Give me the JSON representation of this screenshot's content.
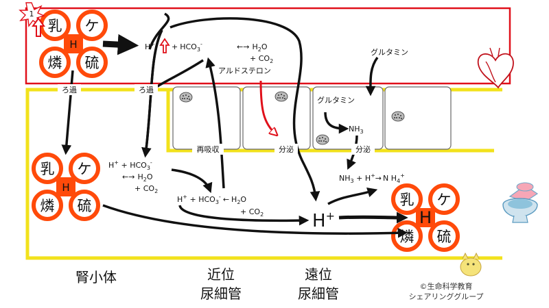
{
  "badge": "1",
  "acids": {
    "lactic": "乳",
    "keto": "ケ",
    "phosphoric": "燐",
    "sulfuric": "硫",
    "h": "H"
  },
  "filtration": "ろ過",
  "reabsorption": "再吸収",
  "secretion": "分泌",
  "glutamine": "グルタミン",
  "aldosterone": "アルドステロン",
  "ammonia": "NH",
  "sub3": "3",
  "hplus_h": "H",
  "plus_sign": "+",
  "hco3": "HCO",
  "sub2": "2",
  "minus_sign": "-",
  "h2o_o": "O",
  "co2": "+ CO",
  "plus": " + ",
  "equilibrium": "←→",
  "left_arrow": "←",
  "right_arrow": "→",
  "nh4": "N H",
  "sub4": "4",
  "section_labels": {
    "glomerulus": "腎小体",
    "proximal_1": "近位",
    "proximal_2": "尿細管",
    "distal_1": "遠位",
    "distal_2": "尿細管"
  },
  "copyright": {
    "line1": "©生命科学教育",
    "line2": "シェアリンググループ"
  },
  "colors": {
    "blood_border": "#e0101a",
    "tubule_border": "#f2e21c",
    "acid_fill": "#ff4a0a",
    "aldosterone_arrow": "#e0101a"
  }
}
